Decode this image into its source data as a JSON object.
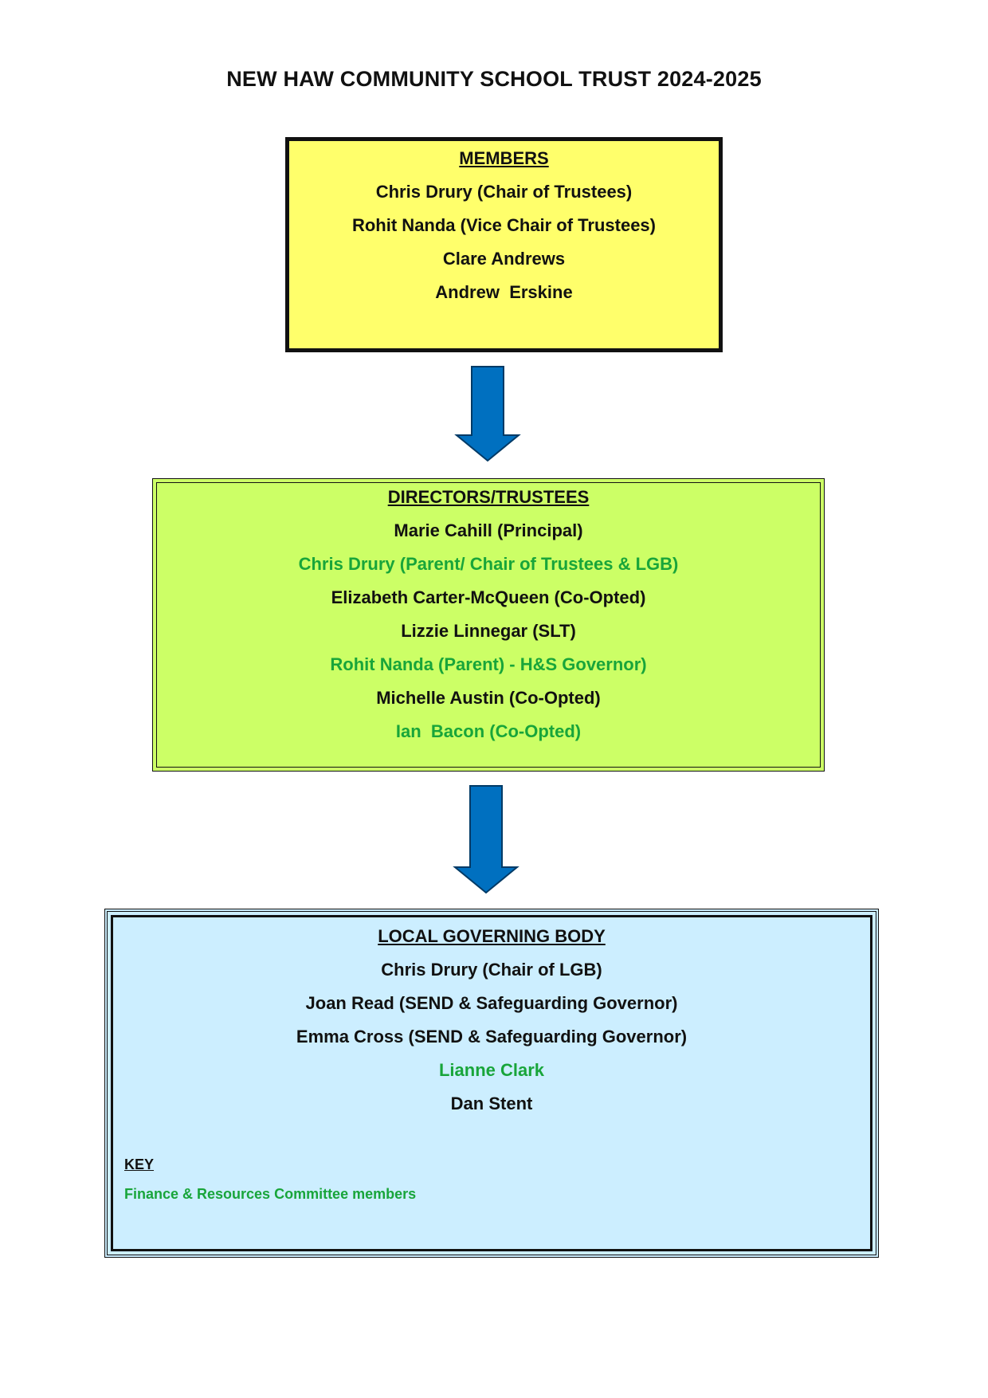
{
  "title": "NEW HAW COMMUNITY SCHOOL TRUST 2024-2025",
  "colors": {
    "members_fill": "#ffff6b",
    "directors_fill": "#ccff66",
    "lgb_fill": "#cceeff",
    "arrow_fill": "#0070c0",
    "finance_committee_text": "#18a53a",
    "border": "#111111"
  },
  "members": {
    "heading": "MEMBERS",
    "names": [
      "Chris Drury (Chair of Trustees)",
      "Rohit Nanda (Vice Chair of Trustees)",
      "Clare Andrews",
      "Andrew  Erskine"
    ]
  },
  "directors": {
    "heading": "DIRECTORS/TRUSTEES",
    "names": [
      {
        "text": "Marie Cahill (Principal)",
        "finance_committee": false
      },
      {
        "text": "Chris Drury (Parent/ Chair of Trustees & LGB)",
        "finance_committee": true
      },
      {
        "text": "Elizabeth Carter-McQueen (Co-Opted)",
        "finance_committee": false
      },
      {
        "text": "Lizzie Linnegar (SLT)",
        "finance_committee": false
      },
      {
        "text": "Rohit Nanda (Parent) - H&S Governor)",
        "finance_committee": true
      },
      {
        "text": "Michelle Austin (Co-Opted)",
        "finance_committee": false
      },
      {
        "text": "Ian  Bacon (Co-Opted)",
        "finance_committee": true
      }
    ]
  },
  "local_governing_body": {
    "heading": "LOCAL GOVERNING BODY",
    "names": [
      {
        "text": "Chris Drury (Chair of LGB)",
        "finance_committee": false
      },
      {
        "text": "Joan Read (SEND & Safeguarding Governor)",
        "finance_committee": false
      },
      {
        "text": "Emma Cross (SEND & Safeguarding Governor)",
        "finance_committee": false
      },
      {
        "text": "Lianne Clark",
        "finance_committee": true
      },
      {
        "text": "Dan Stent",
        "finance_committee": false
      }
    ],
    "key": {
      "title": "KEY",
      "entry": "Finance & Resources Committee members"
    }
  }
}
